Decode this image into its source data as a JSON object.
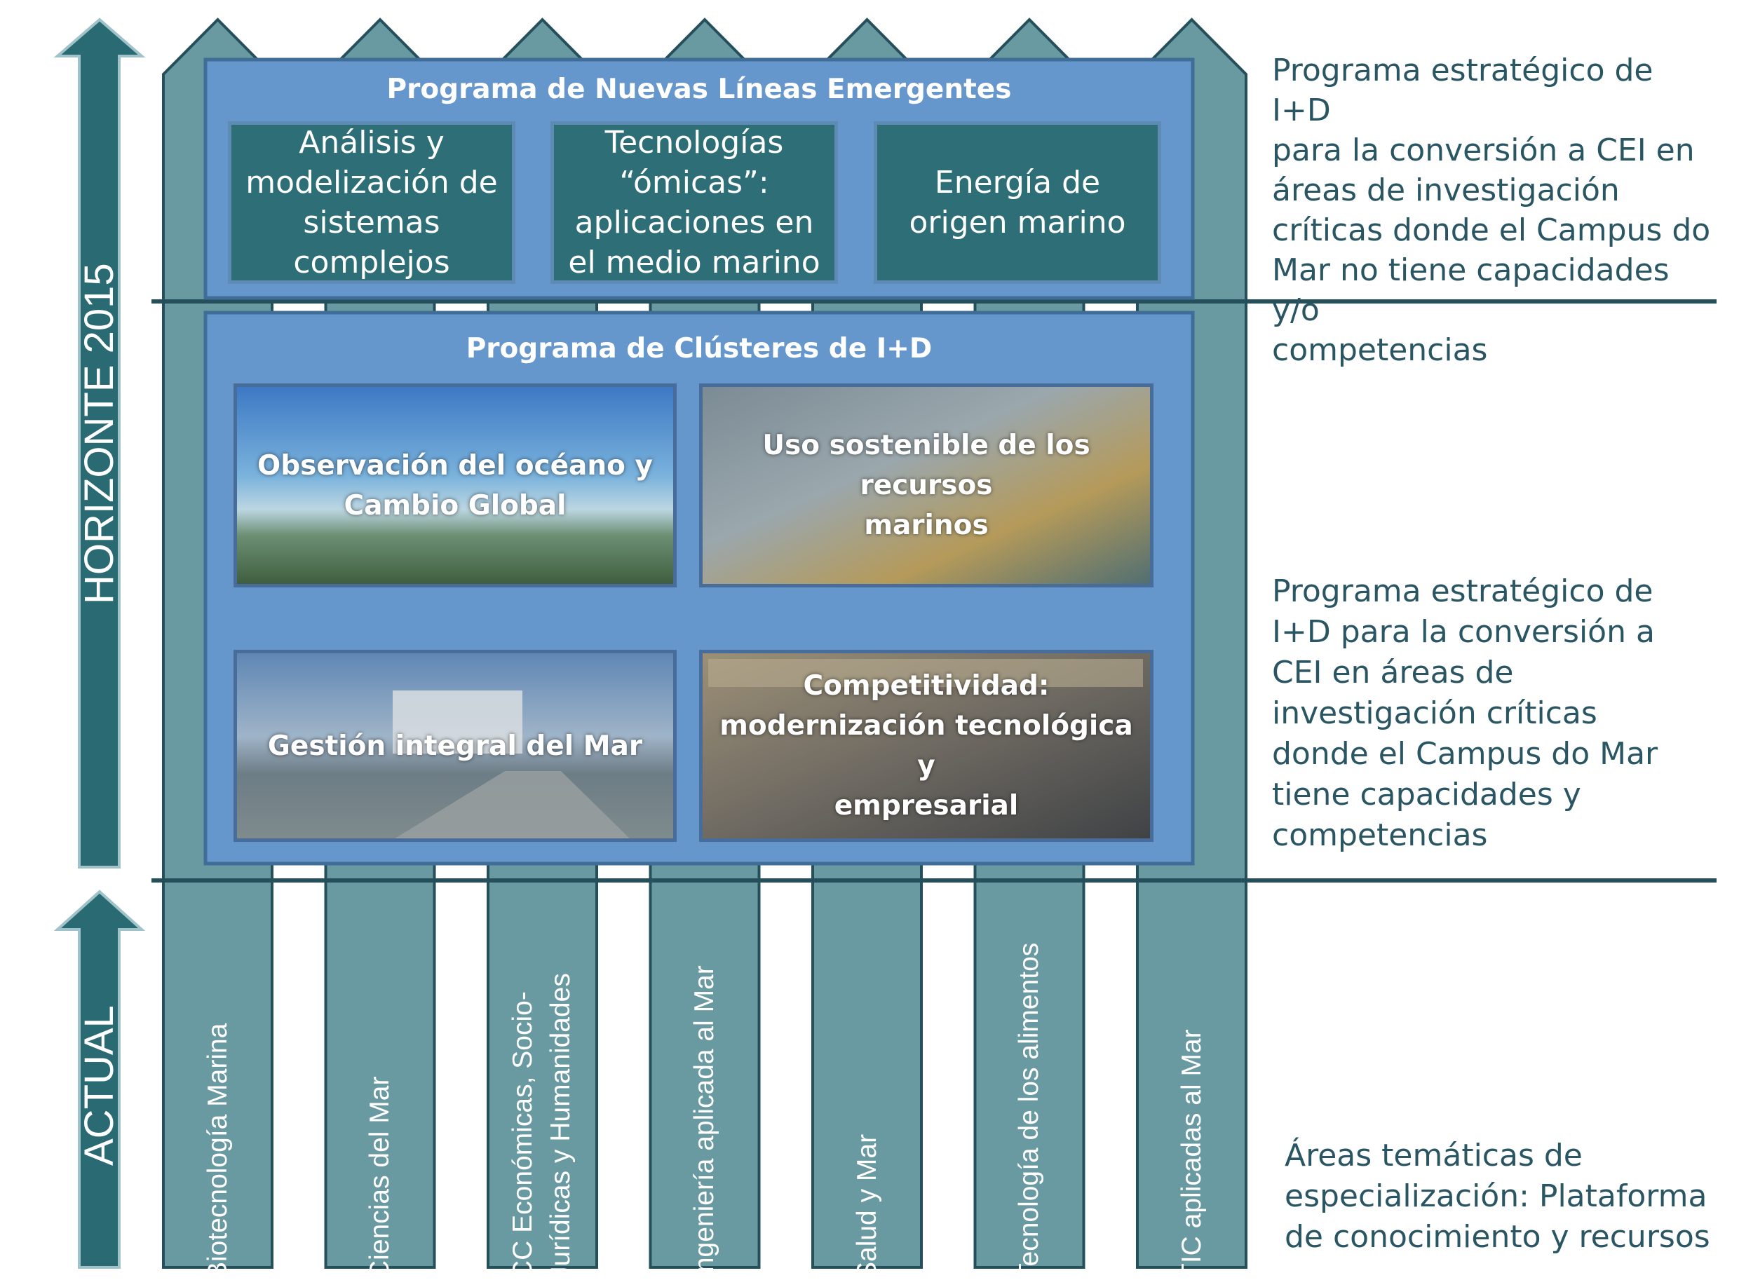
{
  "colors": {
    "teal": "#6a9aa1",
    "dark_teal": "#2a6a73",
    "panel_blue": "#6596cc",
    "panel_border": "#3f6d98",
    "line": "#25505b",
    "text": "#2a5562"
  },
  "axis": {
    "top_label": "HORIZONTE 2015",
    "bottom_label": "ACTUAL"
  },
  "emerging": {
    "title": "Programa de Nuevas Líneas Emergentes",
    "lines": [
      "Análisis y\nmodelización de\nsistemas\ncomplejos",
      "Tecnologías\n“ómicas”:\naplicaciones en\nel medio marino",
      "Energía de\norigen marino"
    ]
  },
  "clusters": {
    "title": "Programa de Clústeres de I+D",
    "items": [
      "Observación del océano y\nCambio Global",
      "Uso sostenible de los recursos\nmarinos",
      "Gestión integral del Mar",
      "Competitividad:\nmodernización tecnológica y\nempresarial"
    ]
  },
  "areas": [
    "Biotecnología Marina",
    "Ciencias del Mar",
    "CC Económicas, Socio-\nJurídicas y Humanidades",
    "Ingeniería aplicada al Mar",
    "Salud y Mar",
    "Tecnología de los alimentos",
    "TIC aplicadas al Mar"
  ],
  "side_notes": {
    "top": "Programa estratégico de I+D\npara la conversión a CEI en\náreas de investigación\ncríticas donde el Campus do\nMar no tiene capacidades y/o\ncompetencias",
    "middle": "Programa estratégico de\nI+D para la conversión a\nCEI en áreas de\ninvestigación críticas\ndonde el Campus do Mar\ntiene capacidades y\ncompetencias",
    "bottom": "Áreas temáticas de\nespecialización: Plataforma\nde conocimiento y recursos"
  }
}
